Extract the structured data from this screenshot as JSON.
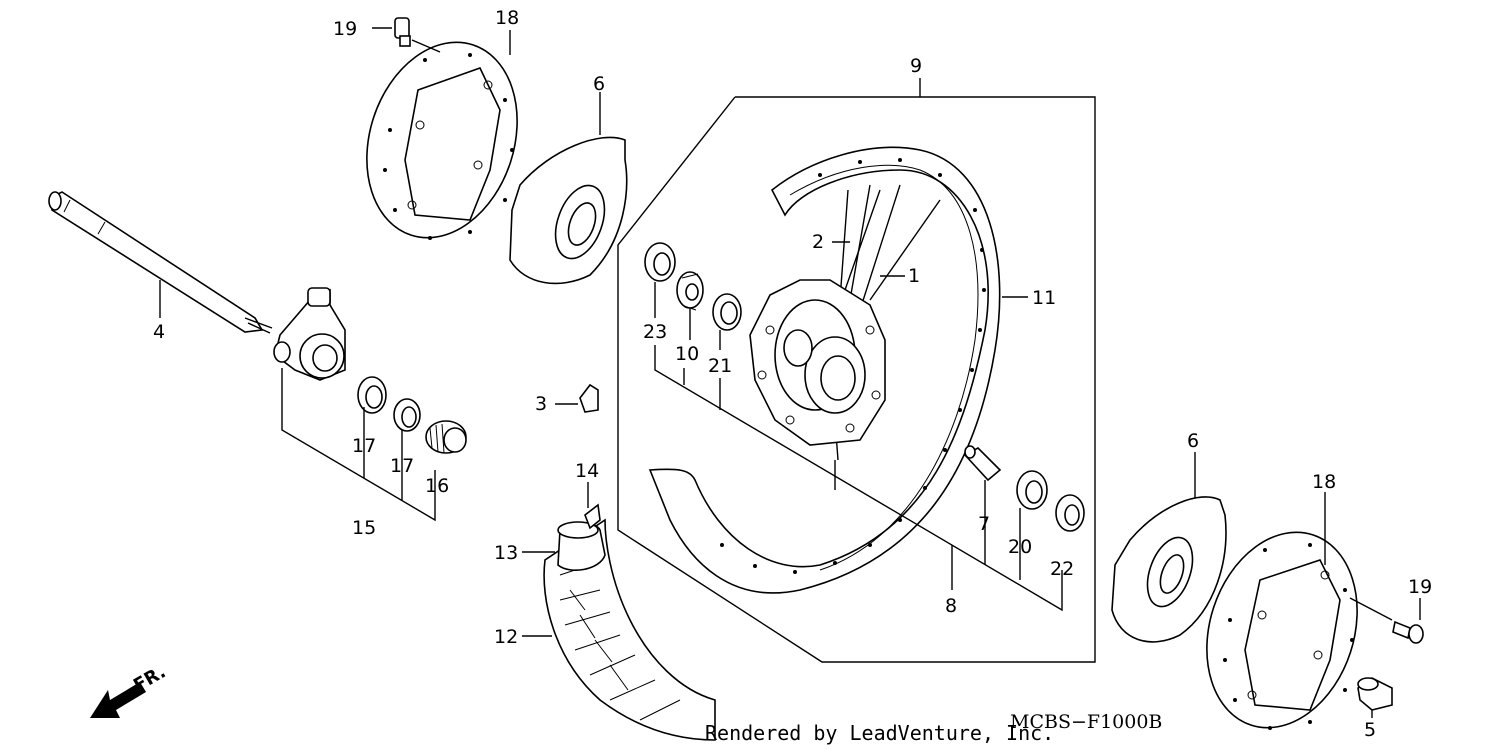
{
  "callouts": {
    "c1": "1",
    "c2": "2",
    "c3": "3",
    "c4": "4",
    "c5": "5",
    "c6a": "6",
    "c6b": "6",
    "c7": "7",
    "c8": "8",
    "c9": "9",
    "c10": "10",
    "c11": "11",
    "c12": "12",
    "c13": "13",
    "c14": "14",
    "c15": "15",
    "c16": "16",
    "c17a": "17",
    "c17b": "17",
    "c18a": "18",
    "c18b": "18",
    "c19a": "19",
    "c19b": "19",
    "c20": "20",
    "c21": "21",
    "c22": "22",
    "c23": "23"
  },
  "front_marker": "FR.",
  "credit": "Rendered by LeadVenture, Inc.",
  "diagram_code": "MCBS−F1000B",
  "icons": {
    "front_arrow": "arrow-left-down-icon"
  }
}
